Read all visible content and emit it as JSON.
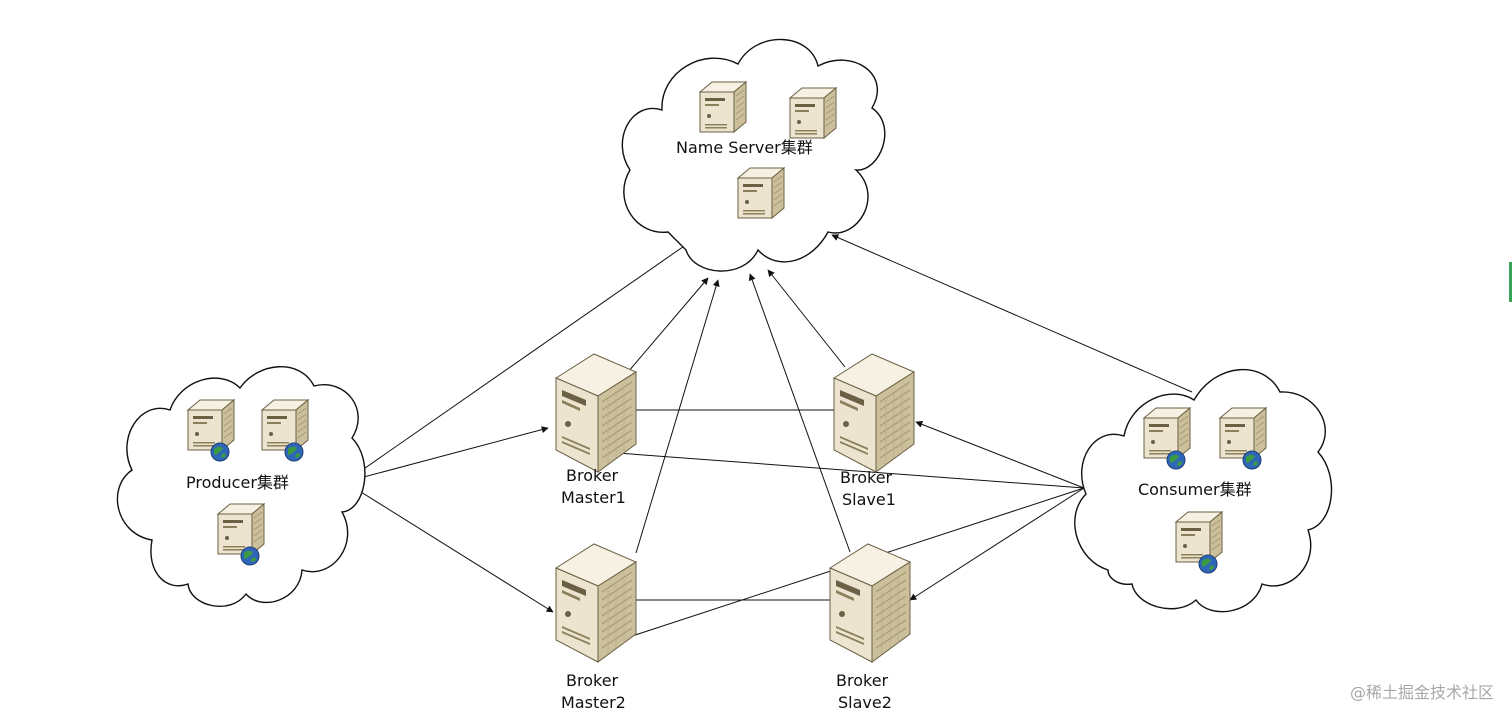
{
  "diagram": {
    "nodes": {
      "nameserver": {
        "label": "Name Server集群"
      },
      "producer": {
        "label": "Producer集群"
      },
      "consumer": {
        "label": "Consumer集群"
      },
      "master1": {
        "label_line1": "Broker",
        "label_line2": "Master1"
      },
      "slave1": {
        "label_line1": "Broker",
        "label_line2": "Slave1"
      },
      "master2": {
        "label_line1": "Broker",
        "label_line2": "Master2"
      },
      "slave2": {
        "label_line1": "Broker",
        "label_line2": "Slave2"
      }
    },
    "edges": [
      {
        "from": "producer",
        "to": "nameserver"
      },
      {
        "from": "producer",
        "to": "master1"
      },
      {
        "from": "producer",
        "to": "master2"
      },
      {
        "from": "master1",
        "to": "nameserver"
      },
      {
        "from": "master2",
        "to": "nameserver"
      },
      {
        "from": "slave1",
        "to": "nameserver"
      },
      {
        "from": "slave2",
        "to": "nameserver"
      },
      {
        "from": "master1",
        "to": "slave1"
      },
      {
        "from": "master2",
        "to": "slave2"
      },
      {
        "from": "consumer",
        "to": "nameserver"
      },
      {
        "from": "consumer",
        "to": "master1"
      },
      {
        "from": "consumer",
        "to": "slave1"
      },
      {
        "from": "consumer",
        "to": "master2"
      },
      {
        "from": "consumer",
        "to": "slave2"
      }
    ]
  },
  "watermark": "@稀土掘金技术社区",
  "colors": {
    "server_body": "#ece4cf",
    "server_side": "#cbbf9c",
    "server_top": "#f6f1e2",
    "server_stripe": "#a89a74",
    "globe": "#2f66b8",
    "globe_land": "#3c9a42",
    "scroll_indicator": "#3aa35b"
  }
}
